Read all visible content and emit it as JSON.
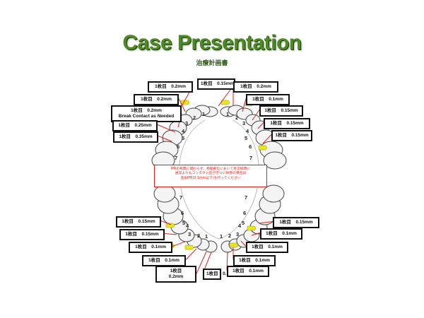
{
  "title": "Case Presentation",
  "subtitle": "治療計画書",
  "note": {
    "line1": "IPRの有無に関わらず、移動部位において有交換時に",
    "line2": "通常よりもコンタクト圧がきつい状態の場合は",
    "line3": "追加IPR(0.1mm以下)を行ってください"
  },
  "colors": {
    "title": "#4c8a22",
    "leader": "#d9231d",
    "ipr_marker": "#e6e629",
    "tooth_outline": "#444444"
  },
  "upper_labels": [
    {
      "text": "1枚目　0.2mm"
    },
    {
      "text": "1枚目　0.15mm"
    },
    {
      "text": "1枚目　0.2mm"
    },
    {
      "text": "1枚目　0.2mm"
    },
    {
      "text": "1枚目　0.1mm"
    },
    {
      "text": "1枚目　0.2mm",
      "text2": "Break Contact as Needed"
    },
    {
      "text": "1枚目　0.15mm"
    },
    {
      "text": "1枚目　0.25mm"
    },
    {
      "text": "1枚目　0.15mm"
    },
    {
      "text": "1枚目　0.35mm"
    },
    {
      "text": "1枚目　0.15mm"
    }
  ],
  "lower_labels": [
    {
      "text": "1枚目　0.15mm"
    },
    {
      "text": "1枚目　0.15mm"
    },
    {
      "text": "1枚目　0.15mm"
    },
    {
      "text": "1枚目　0.1mm"
    },
    {
      "text": "1枚目　0.1mm"
    },
    {
      "text": "1枚目　0.1mm"
    },
    {
      "text": "1枚目　0.1mm"
    },
    {
      "text": "1枚目　0.1mm"
    },
    {
      "text": "1枚目",
      "text2": "0.2mm"
    },
    {
      "text": "1枚目　0.1mm"
    },
    {
      "text": "1枚目　0.1mm"
    }
  ],
  "tooth_numbers": [
    "1",
    "2",
    "3",
    "4",
    "5",
    "6",
    "7"
  ]
}
